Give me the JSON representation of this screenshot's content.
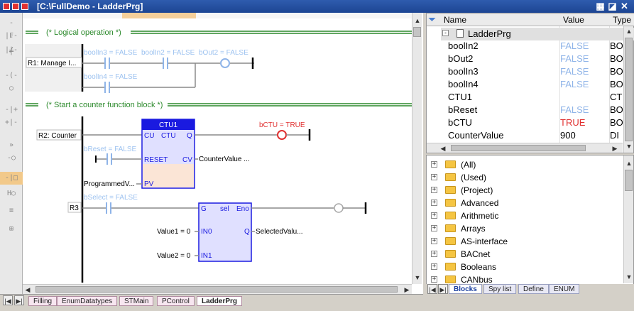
{
  "window": {
    "title": "[C:\\FullDemo - LadderPrg]"
  },
  "toolbar": {
    "tools": [
      "contact-icon",
      "negated-contact-icon",
      "parallel-contact-icon",
      "coil-icon",
      "negated-coil-icon",
      "set-coil-icon",
      "reset-coil-icon",
      "jump-icon",
      "return-icon",
      "block-icon",
      "horizontal-line-icon",
      "vertical-line-icon",
      "comment-icon"
    ]
  },
  "ladder": {
    "comment1": "(* Logical operation *)",
    "comment2": "(* Start a counter function block *)",
    "r1_label": "R1: Manage I...",
    "r1_c1": "boolIn3 = FALSE",
    "r1_c2": "boolIn2 = FALSE",
    "r1_coil": "bOut2 = FALSE",
    "r1_c3": "boolIn4 = FALSE",
    "r2_label": "R2: Counter",
    "ctu_title": "CTU1",
    "ctu_type": "CTU",
    "ctu_cu": "CU",
    "ctu_q": "Q",
    "ctu_reset": "RESET",
    "ctu_cv": "CV",
    "ctu_pv": "PV",
    "r2_coil": "bCTU = TRUE",
    "r2_reset_contact": "bReset = FALSE",
    "r2_cv_out": "CounterValue ...",
    "r2_pv_in": "ProgrammedV...",
    "r3_label": "R3",
    "r3_contact": "bSelect = FALSE",
    "sel_g": "G",
    "sel_type": "sel",
    "sel_eno": "Eno",
    "sel_in0": "IN0",
    "sel_in1": "IN1",
    "sel_q": "Q",
    "value1": "Value1 = 0",
    "value2": "Value2 = 0",
    "sel_out": "SelectedValu..."
  },
  "bottom_tabs": [
    "Filling",
    "EnumDatatypes",
    "STMain",
    "PControl",
    "LadderPrg"
  ],
  "variables": {
    "headers": [
      "Name",
      "Value",
      "Type"
    ],
    "root": "LadderPrg",
    "rows": [
      {
        "name": "boolIn2",
        "value": "FALSE",
        "type": "BO",
        "vcolor": "#8fb4e8"
      },
      {
        "name": "bOut2",
        "value": "FALSE",
        "type": "BO",
        "vcolor": "#8fb4e8"
      },
      {
        "name": "boolIn3",
        "value": "FALSE",
        "type": "BO",
        "vcolor": "#8fb4e8"
      },
      {
        "name": "boolIn4",
        "value": "FALSE",
        "type": "BO",
        "vcolor": "#8fb4e8"
      },
      {
        "name": "CTU1",
        "value": "",
        "type": "CT",
        "vcolor": "#000000"
      },
      {
        "name": "bReset",
        "value": "FALSE",
        "type": "BO",
        "vcolor": "#8fb4e8"
      },
      {
        "name": "bCTU",
        "value": "TRUE",
        "type": "BO",
        "vcolor": "#e03030"
      },
      {
        "name": "CounterValue",
        "value": "900",
        "type": "DI",
        "vcolor": "#000000"
      }
    ]
  },
  "blocks": {
    "items": [
      "(All)",
      "(Used)",
      "(Project)",
      "Advanced",
      "Arithmetic",
      "Arrays",
      "AS-interface",
      "BACnet",
      "Booleans",
      "CANbus"
    ]
  },
  "right_tabs": [
    "Blocks",
    "Spy list",
    "Define",
    "ENUM"
  ],
  "colors": {
    "title_bar": "#1d4593",
    "rung_green": "#2d8a2d",
    "contact_blue": "#8fb4e8",
    "block_fill": "#e0e0ff",
    "block_border": "#1a1ae0",
    "coil_red": "#e03030"
  }
}
